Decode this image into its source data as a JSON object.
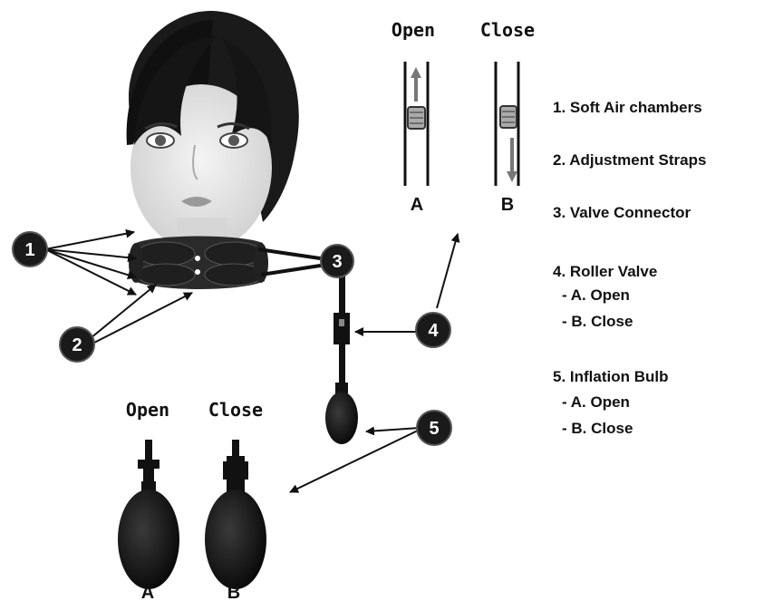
{
  "roller_valve": {
    "open_label": "Open",
    "close_label": "Close",
    "a_label": "A",
    "b_label": "B"
  },
  "bulb": {
    "open_label": "Open",
    "close_label": "Close",
    "a_label": "A",
    "b_label": "B"
  },
  "markers": [
    "1",
    "2",
    "3",
    "4",
    "5"
  ],
  "legend": {
    "item1": "1. Soft Air chambers",
    "item2": "2. Adjustment Straps",
    "item3": "3. Valve Connector",
    "item4": "4. Roller Valve",
    "item4a": "- A. Open",
    "item4b": "- B. Close",
    "item5": "5. Inflation Bulb",
    "item5a": "- A. Open",
    "item5b": "- B. Close"
  }
}
